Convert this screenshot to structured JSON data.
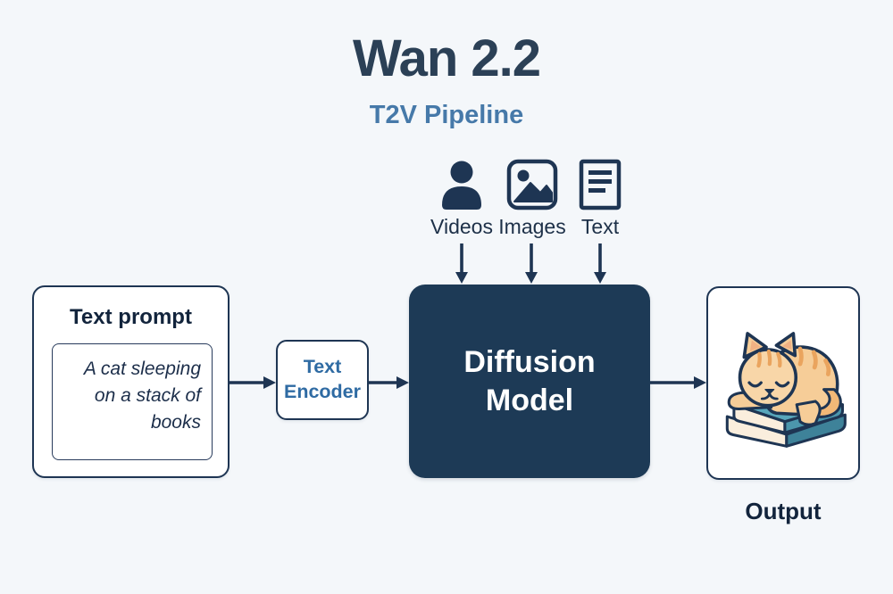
{
  "header": {
    "title": "Wan 2.2",
    "subtitle": "T2V Pipeline"
  },
  "conditioning": {
    "items": [
      {
        "label": "Videos",
        "icon": "person-icon"
      },
      {
        "label": "Images",
        "icon": "image-icon"
      },
      {
        "label": "Text",
        "icon": "document-lines-icon"
      }
    ]
  },
  "pipeline": {
    "text_prompt": {
      "title": "Text prompt",
      "value": "A cat sleeping on a stack of books"
    },
    "text_encoder": {
      "label": "Text Encoder"
    },
    "diffusion_model": {
      "label": "Diffusion Model"
    },
    "output": {
      "label": "Output",
      "illustration": "cat-sleeping-on-stack-of-books"
    }
  },
  "colors": {
    "background": "#f4f7fa",
    "navy": "#1e3553",
    "diffusion_fill": "#1d3a56",
    "encoder_blue": "#2f6ba3",
    "subtitle_blue": "#4679a9",
    "cat_orange": "#f6cd98",
    "book_teal": "#58a6bb"
  }
}
